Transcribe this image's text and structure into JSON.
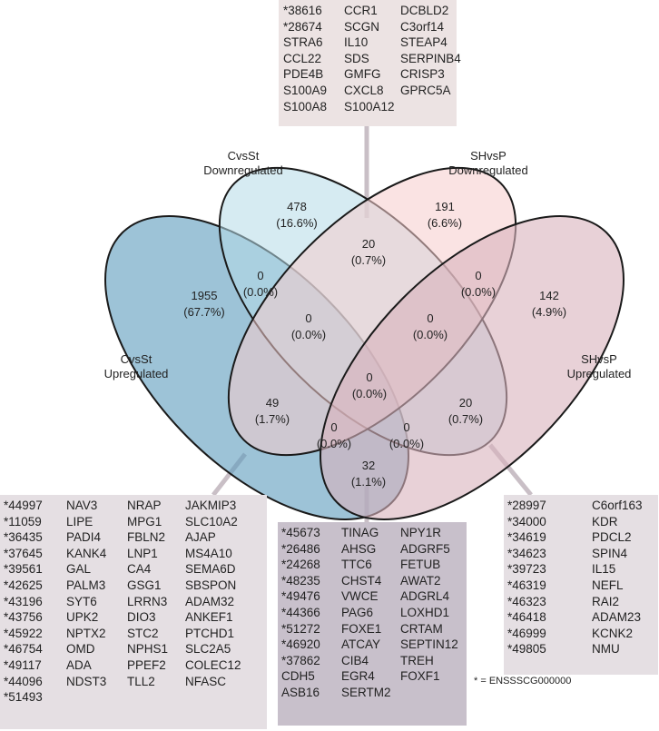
{
  "sets": [
    {
      "label": [
        "CvsSt",
        "Upregulated"
      ],
      "color": "#5b9bbd"
    },
    {
      "label": [
        "CvsSt",
        "Downregulated"
      ],
      "color": "#b5dbe8"
    },
    {
      "label": [
        "SHvsP",
        "Downregulated"
      ],
      "color": "#f6cccc"
    },
    {
      "label": [
        "SHvsP",
        "Upregulated"
      ],
      "color": "#d9b3bc"
    }
  ],
  "regions": [
    {
      "count": "1955",
      "pct": "(67.7%)"
    },
    {
      "count": "478",
      "pct": "(16.6%)"
    },
    {
      "count": "191",
      "pct": "(6.6%)"
    },
    {
      "count": "142",
      "pct": "(4.9%)"
    },
    {
      "count": "20",
      "pct": "(0.7%)"
    },
    {
      "count": "0",
      "pct": "(0.0%)"
    },
    {
      "count": "0",
      "pct": "(0.0%)"
    },
    {
      "count": "0",
      "pct": "(0.0%)"
    },
    {
      "count": "0",
      "pct": "(0.0%)"
    },
    {
      "count": "0",
      "pct": "(0.0%)"
    },
    {
      "count": "49",
      "pct": "(1.7%)"
    },
    {
      "count": "20",
      "pct": "(0.7%)"
    },
    {
      "count": "0",
      "pct": "(0.0%)"
    },
    {
      "count": "0",
      "pct": "(0.0%)"
    },
    {
      "count": "32",
      "pct": "(1.1%)"
    }
  ],
  "gene_lists": {
    "top": [
      [
        "*38616",
        "*28674",
        "STRA6",
        "CCL22",
        "PDE4B",
        "S100A9",
        "S100A8"
      ],
      [
        "CCR1",
        "SCGN",
        "IL10",
        "SDS",
        "GMFG",
        "CXCL8",
        "S100A12"
      ],
      [
        "DCBLD2",
        "C3orf14",
        "STEAP4",
        "SERPINB4",
        "CRISP3",
        "GPRC5A"
      ]
    ],
    "bottom_left": [
      [
        "*44997",
        "*11059",
        "*36435",
        "*37645",
        "*39561",
        "*42625",
        "*43196",
        "*43756",
        "*45922",
        "*46754",
        "*49117",
        "*44096",
        "*51493"
      ],
      [
        "NAV3",
        "LIPE",
        "PADI4",
        "KANK4",
        "GAL",
        "PALM3",
        "SYT6",
        "UPK2",
        "NPTX2",
        "OMD",
        "ADA",
        "NDST3"
      ],
      [
        "NRAP",
        "MPG1",
        "FBLN2",
        "LNP1",
        "CA4",
        "GSG1",
        "LRRN3",
        "DIO3",
        "STC2",
        "NPHS1",
        "PPEF2",
        "TLL2"
      ],
      [
        "JAKMIP3",
        "SLC10A2",
        "AJAP",
        "MS4A10",
        "SEMA6D",
        "SBSPON",
        "ADAM32",
        "ANKEF1",
        "PTCHD1",
        "SLC2A5",
        "COLEC12",
        "NFASC"
      ]
    ],
    "bottom_middle": [
      [
        "*45673",
        "*26486",
        "*24268",
        "*48235",
        "*49476",
        "*44366",
        "*51272",
        "*46920",
        "*37862",
        "CDH5",
        "ASB16"
      ],
      [
        "TINAG",
        "AHSG",
        "TTC6",
        "CHST4",
        "VWCE",
        "PAG6",
        "FOXE1",
        "ATCAY",
        "CIB4",
        "EGR4",
        "SERTM2"
      ],
      [
        "NPY1R",
        "ADGRF5",
        "FETUB",
        "AWAT2",
        "ADGRL4",
        "LOXHD1",
        "CRTAM",
        "SEPTIN12",
        "TREH",
        "FOXF1"
      ]
    ],
    "bottom_right": [
      [
        "*28997",
        "*34000",
        "*34619",
        "*34623",
        "*39723",
        "*46319",
        "*46323",
        "*46418",
        "*46999",
        "*49805"
      ],
      [
        "C6orf163",
        "KDR",
        "PDCL2",
        "SPIN4",
        "IL15",
        "NEFL",
        "RAI2",
        "ADAM23",
        "KCNK2",
        "NMU"
      ]
    ]
  },
  "footnote": "* = ENSSSCG000000",
  "colors": {
    "box_light": "#ece3e3",
    "box_mid": "#e5dfe3",
    "box_dark": "#c8c0cb",
    "connector": "#c9bfc6"
  }
}
